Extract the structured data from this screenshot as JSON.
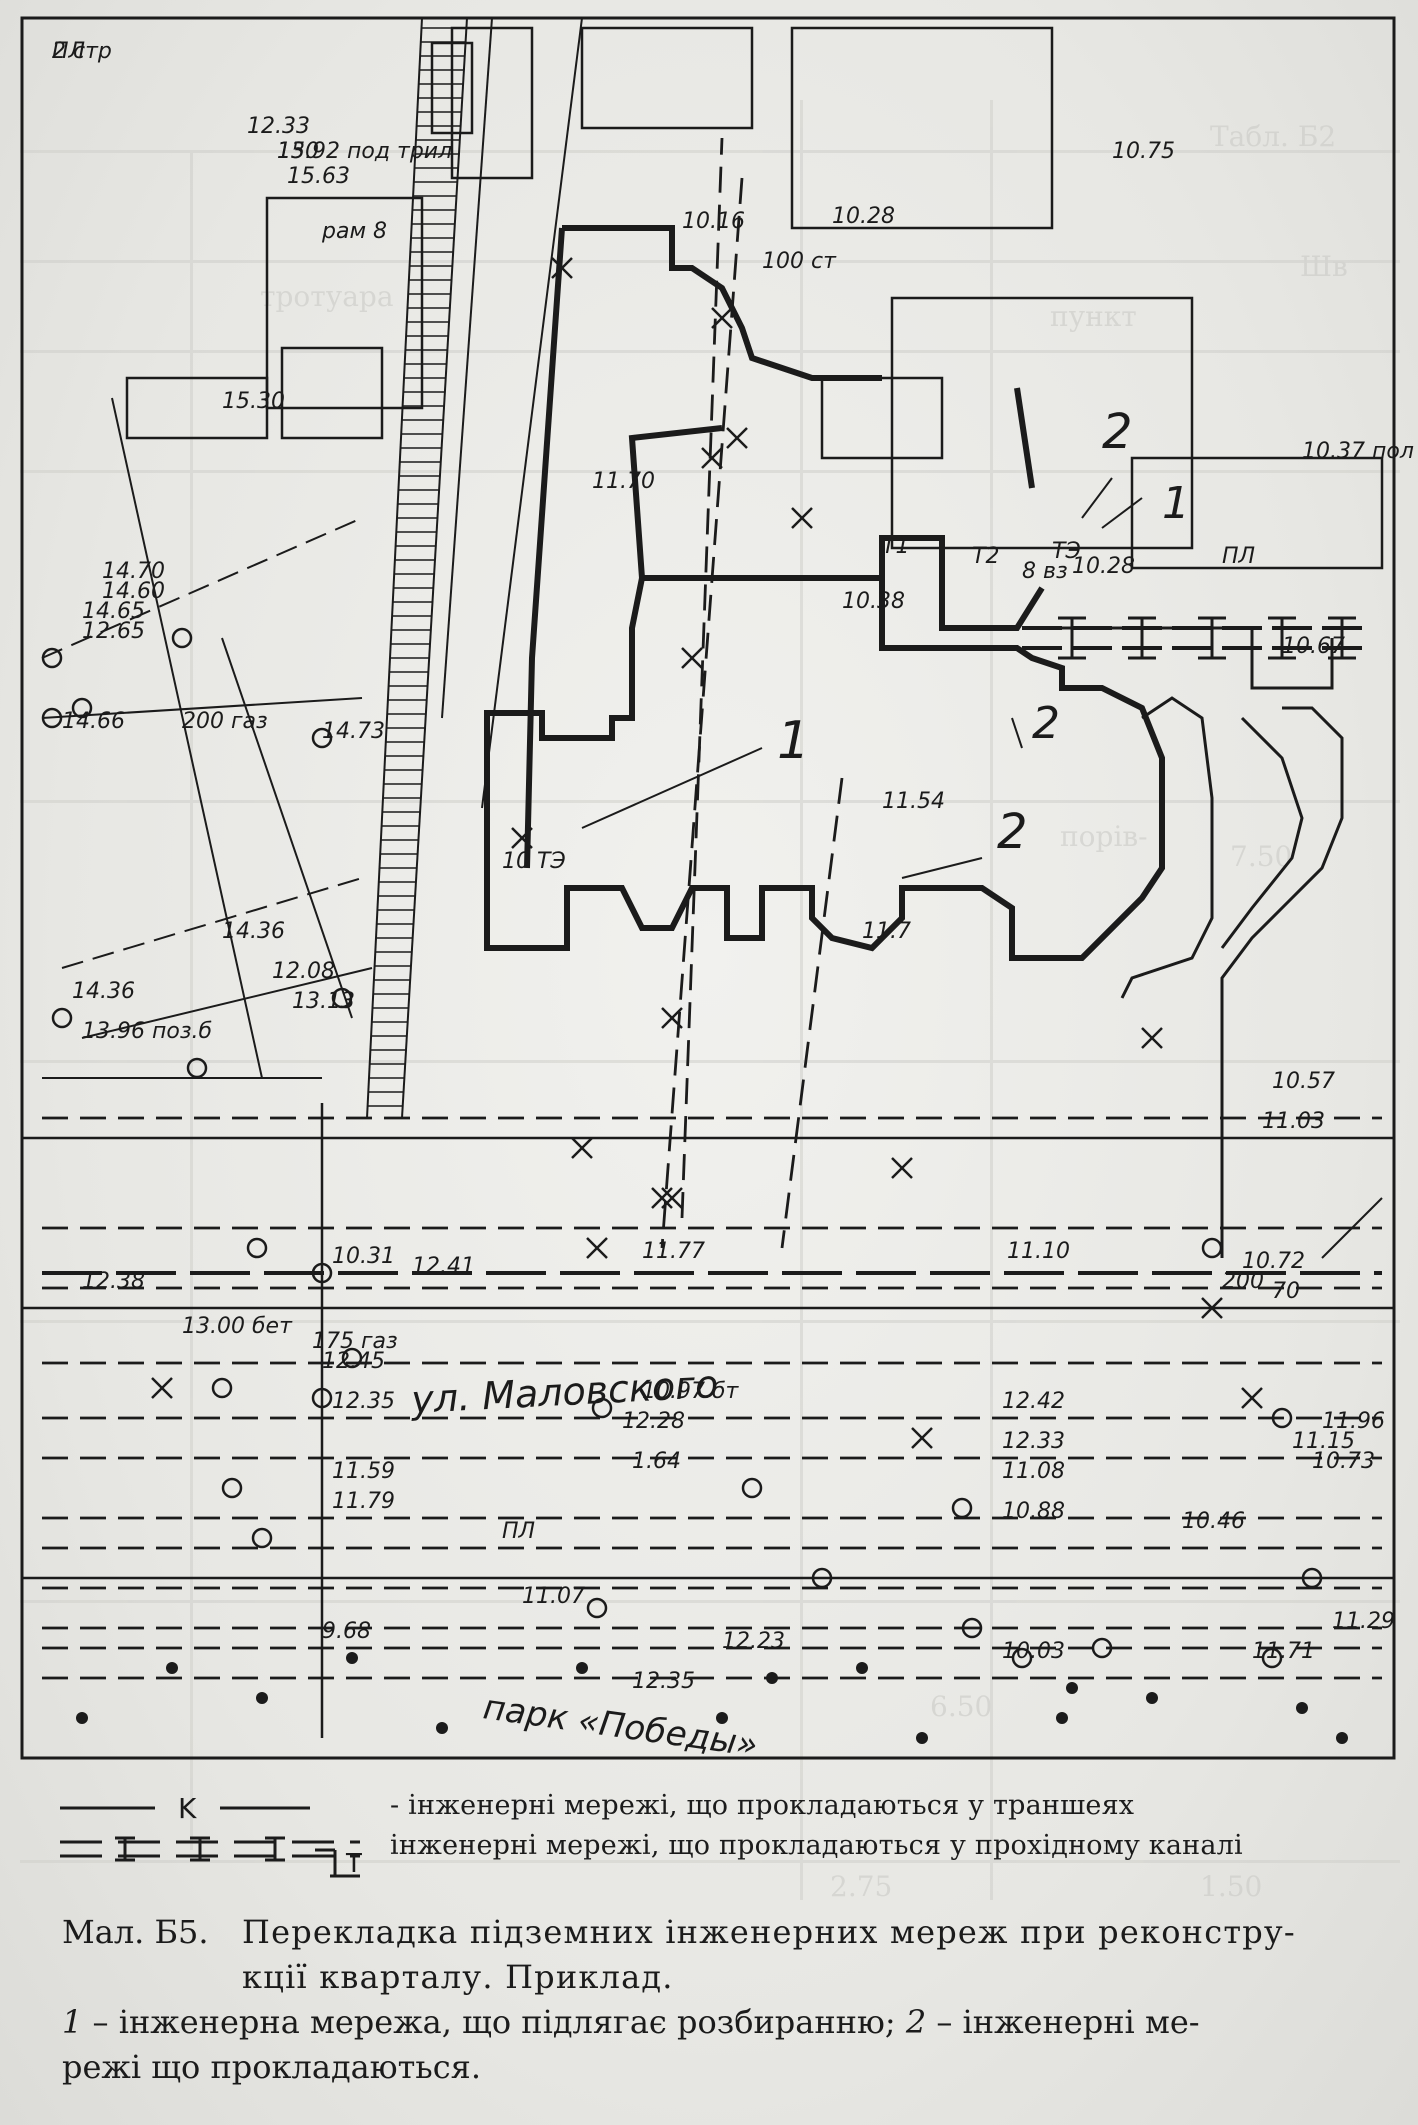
{
  "map": {
    "street_label": "ул. Маловского",
    "park_label": "парк «Победы»",
    "callout_1": "1",
    "callout_2": "2",
    "labels": [
      "2 стр",
      "15.92 под трил",
      "15.63",
      "12.33",
      "рам 8",
      "15.30",
      "14.70",
      "14.60",
      "14.65",
      "12.65",
      "14.66",
      "200 газ",
      "14.73",
      "14.36",
      "13.13",
      "12.08",
      "14.36",
      "13.96 поз.б",
      "10.16",
      "10.28",
      "100 ст",
      "10.37 пол",
      "10.67",
      "10.38",
      "11.54",
      "11.70",
      "10 ТЭ",
      "11.7",
      "11.77",
      "11.10",
      "10.57",
      "11.03",
      "10.72",
      "200",
      "70",
      "10.31",
      "12.41",
      "12.38",
      "13.00 бет",
      "175 газ",
      "12.45",
      "12.35",
      "10.97 бт",
      "12.28",
      "1.64",
      "11.59",
      "11.79",
      "12.42",
      "12.33",
      "11.08",
      "11.96",
      "11.15",
      "10.73",
      "10.88",
      "10.46",
      "11.07",
      "9.68",
      "12.23",
      "12.35",
      "10.03",
      "11.71",
      "11.29",
      "10.75",
      "10.28",
      "8 вз",
      "ТЭ",
      "Т1",
      "Т2",
      "ПЛ",
      "ПЛ",
      "ПЛ",
      "130"
    ]
  },
  "legend": {
    "trench_symbol": "K",
    "channel_symbol": "T",
    "trench_text": "- інженерні мережі,   що прокладаються у траншеях",
    "channel_text": "інженерні мережі,   що прокладаються у прохідному каналі"
  },
  "caption": {
    "label": "Мал. Б5.",
    "title_line1": "Перекладка підземних інженерних мереж при реконстру-",
    "title_line2": "кції кварталу. Приклад.",
    "note_1_num": "1",
    "note_1_text": " – інженерна мережа, що підлягає розбиранню; ",
    "note_2_num": "2",
    "note_2_text_line1": " – інженерні ме-",
    "note_2_text_line2": "режі що прокладаються."
  },
  "bleed_through": [
    "Табл. Б2",
    "пункт",
    "тротуара",
    "Шв",
    "порів-",
    "6.50",
    "2.75",
    "1.50",
    "7.50"
  ]
}
